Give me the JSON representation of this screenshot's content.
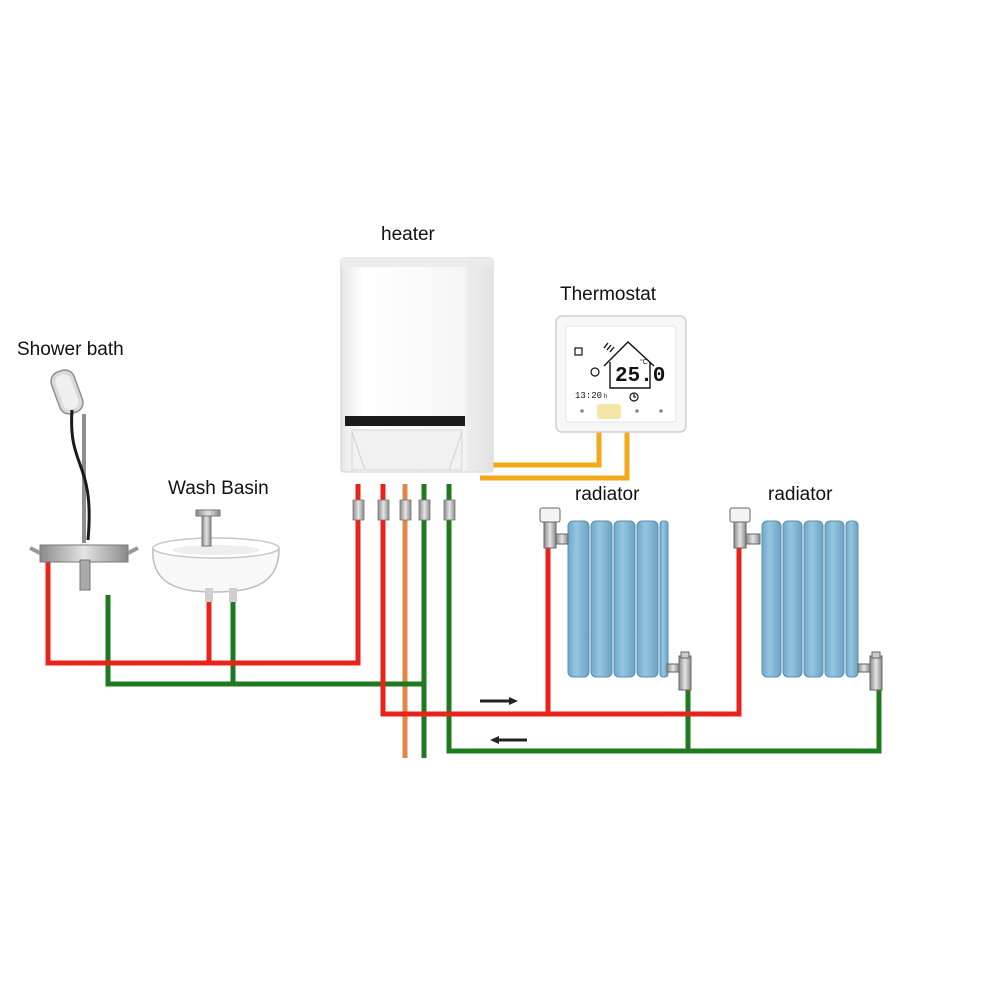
{
  "labels": {
    "heater": "heater",
    "thermostat": "Thermostat",
    "shower": "Shower bath",
    "basin": "Wash Basin",
    "radiator_1": "radiator",
    "radiator_2": "radiator"
  },
  "thermostat_display": {
    "temperature": "25.0",
    "unit": "°C",
    "clock": "13:20",
    "clock_suffix": "h"
  },
  "colors": {
    "hot_pipe": "#e8231c",
    "cold_pipe": "#1f7a1f",
    "gas_pipe": "#e0874a",
    "control_wire": "#f2a91a",
    "radiator_body": "#7fb6d6",
    "boiler_body": "#f3f3f3"
  },
  "icons": [
    "shower-head-icon",
    "faucet-icon",
    "radiator-valve-icon",
    "flow-arrow-right-icon",
    "flow-arrow-left-icon",
    "wifi-icon",
    "house-icon",
    "clock-icon",
    "power-icon"
  ]
}
